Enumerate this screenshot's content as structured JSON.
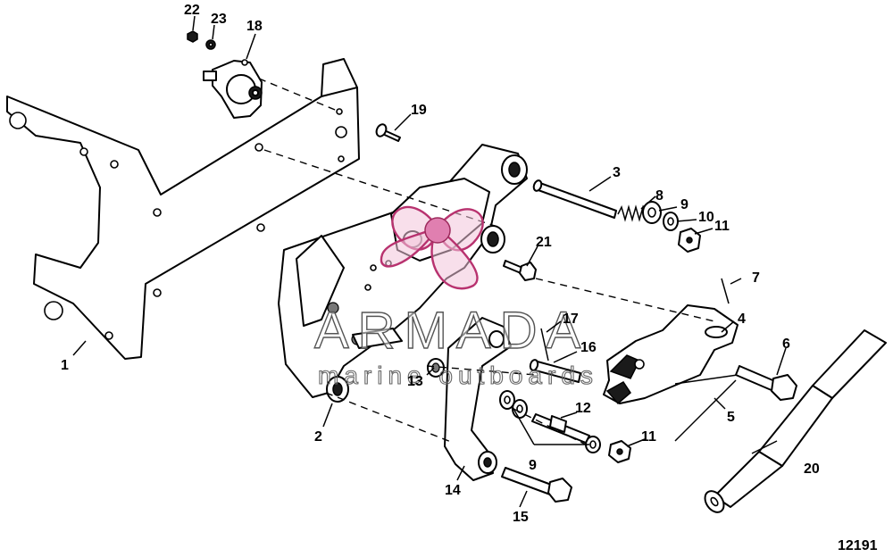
{
  "diagram": {
    "figure_number": "12191",
    "callouts": [
      "1",
      "2",
      "3",
      "4",
      "5",
      "6",
      "7",
      "8",
      "9",
      "9",
      "10",
      "11",
      "11",
      "12",
      "13",
      "14",
      "15",
      "16",
      "17",
      "18",
      "19",
      "20",
      "21",
      "22",
      "23"
    ]
  },
  "watermark": {
    "brand": "ARMADA",
    "tagline": "marine outboards",
    "colors": {
      "accent": "#b8326f",
      "accent_fill": "#f2c4da"
    }
  }
}
